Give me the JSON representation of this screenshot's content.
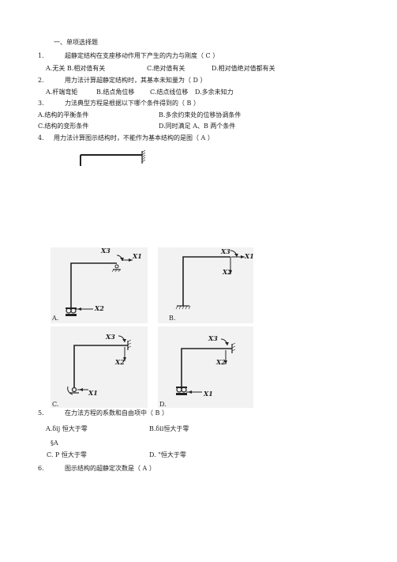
{
  "section_title": "一、单项选择题",
  "questions": [
    {
      "num": "1.",
      "text": "超静定结构在支座移动作用下产生的内力与刚度（  C  ）"
    },
    {
      "num": "2.",
      "text": "用力法计算超静定结构时，其基本未知量为（  D  ）"
    },
    {
      "num": "3.",
      "text": "力法典型方程是根据以下哪个条件得到的（ B ）"
    },
    {
      "num": "4.",
      "text": "用力法计算图示结构时，不能作为基本结构的是图（ A ）"
    },
    {
      "num": "5.",
      "text": "在力法方程的系数和自由项中（ B ）"
    },
    {
      "num": "6.",
      "text": "图示结构的超静定次数是（ A ）"
    }
  ],
  "q1_options": {
    "ab": "A.无关  B.相对值有关",
    "c": "C.绝对值有关",
    "d": "D.相对值绝对值都有关"
  },
  "q2_options": {
    "a": "A.杆端弯矩",
    "b": "B.结点角位移",
    "c": "C.结点线位移",
    "d": "D.多余未知力"
  },
  "q3_options": {
    "a": "A.结构的平衡条件",
    "b": "B.多余约束处的位移协调条件",
    "c": "C.结构的变形条件",
    "d": "D.同时满足 A、B 两个条件"
  },
  "q5_options": {
    "a": "A.δij   恒大于零",
    "b": "B.δii恒大于零",
    "fragment": "§A",
    "c": "C. P 恒大于零",
    "d": "D.  \"恒大于零"
  },
  "fig_labels": {
    "A": "A.",
    "B": "B.",
    "C": "C.",
    "D": "D.",
    "X1": "X1",
    "X2": "X2",
    "X3": "X3"
  },
  "colors": {
    "panel_bg": "#f2f2f2",
    "ink": "#222222"
  }
}
